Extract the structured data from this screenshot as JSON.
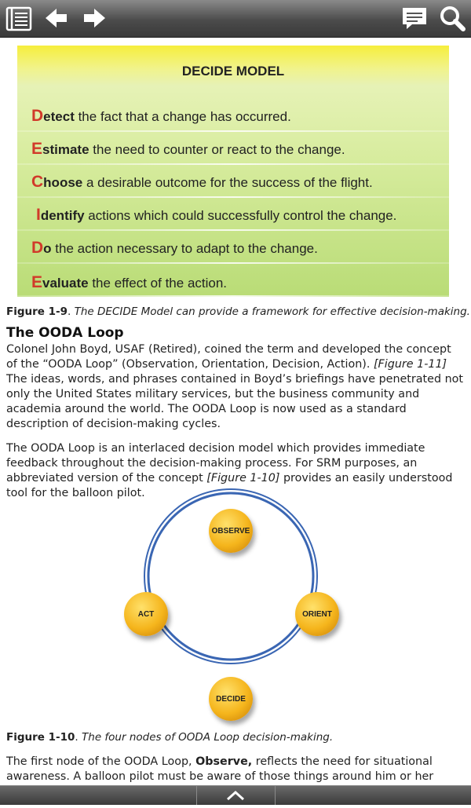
{
  "toolbar": {
    "icons": [
      "toc-icon",
      "back-arrow-icon",
      "forward-arrow-icon",
      "notes-icon",
      "search-icon"
    ]
  },
  "decide_figure": {
    "title": "DECIDE MODEL",
    "rows": [
      {
        "letter": "D",
        "keyword_rest": "etect",
        "text": " the fact that a change has occurred."
      },
      {
        "letter": "E",
        "keyword_rest": "stimate",
        "text": " the need to counter or react to the change."
      },
      {
        "letter": "C",
        "keyword_rest": "hoose",
        "text": " a desirable outcome for the success of the flight."
      },
      {
        "letter": "I",
        "keyword_rest": "dentify",
        "text": " actions which could successfully control the change."
      },
      {
        "letter": "D",
        "keyword_rest": "o",
        "text": " the action necessary to adapt to the change."
      },
      {
        "letter": "E",
        "keyword_rest": "valuate",
        "text": " the effect of the action."
      }
    ],
    "caption_label": "Figure 1-9",
    "caption_text": "The DECIDE Model can provide a framework for effective decision-making."
  },
  "section": {
    "heading": "The OODA Loop",
    "p1_a": "Colonel John Boyd, USAF (Retired), coined the term and developed the concept of the “OODA Loop” (Observation, Orientation, Decision, Action). ",
    "p1_ref": "[Figure 1-11]",
    "p1_b": " The ideas, words, and phrases contained in Boyd’s briefings have penetrated not only the United States military services, but the business community and academia around the world. The OODA Loop is now used as a standard description of decision-making cycles.",
    "p2_a": "The OODA Loop is an interlaced decision model which provides immediate feedback throughout the decision-making process. For SRM purposes, an abbreviated version of the concept ",
    "p2_ref": "[Figure 1-10]",
    "p2_b": " provides an easily understood tool for the balloon pilot."
  },
  "ooda_figure": {
    "nodes": {
      "top": "OBSERVE",
      "right": "ORIENT",
      "bottom": "DECIDE",
      "left": "ACT"
    },
    "caption_label": "Figure 1-10",
    "caption_text": "The four nodes of OODA Loop decision-making."
  },
  "last_para": {
    "a": "The first node of the OODA Loop, ",
    "bold": "Observe,",
    "b": " reflects the need for situational awareness. A balloon pilot must be aware of those things around him or her"
  },
  "colors": {
    "accent_letter": "#d13a2a",
    "ring_blue": "#3a66b3",
    "node_gold": "#f5b51c"
  }
}
